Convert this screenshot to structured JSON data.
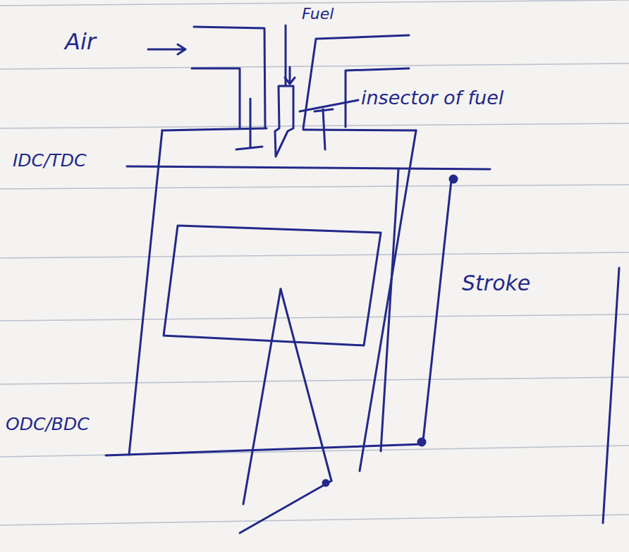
{
  "diagram": {
    "labels": [
      "Air",
      "Fuel",
      "insector of fuel",
      "IDC/TDC",
      "ODC/BDC",
      "Stroke"
    ]
  }
}
